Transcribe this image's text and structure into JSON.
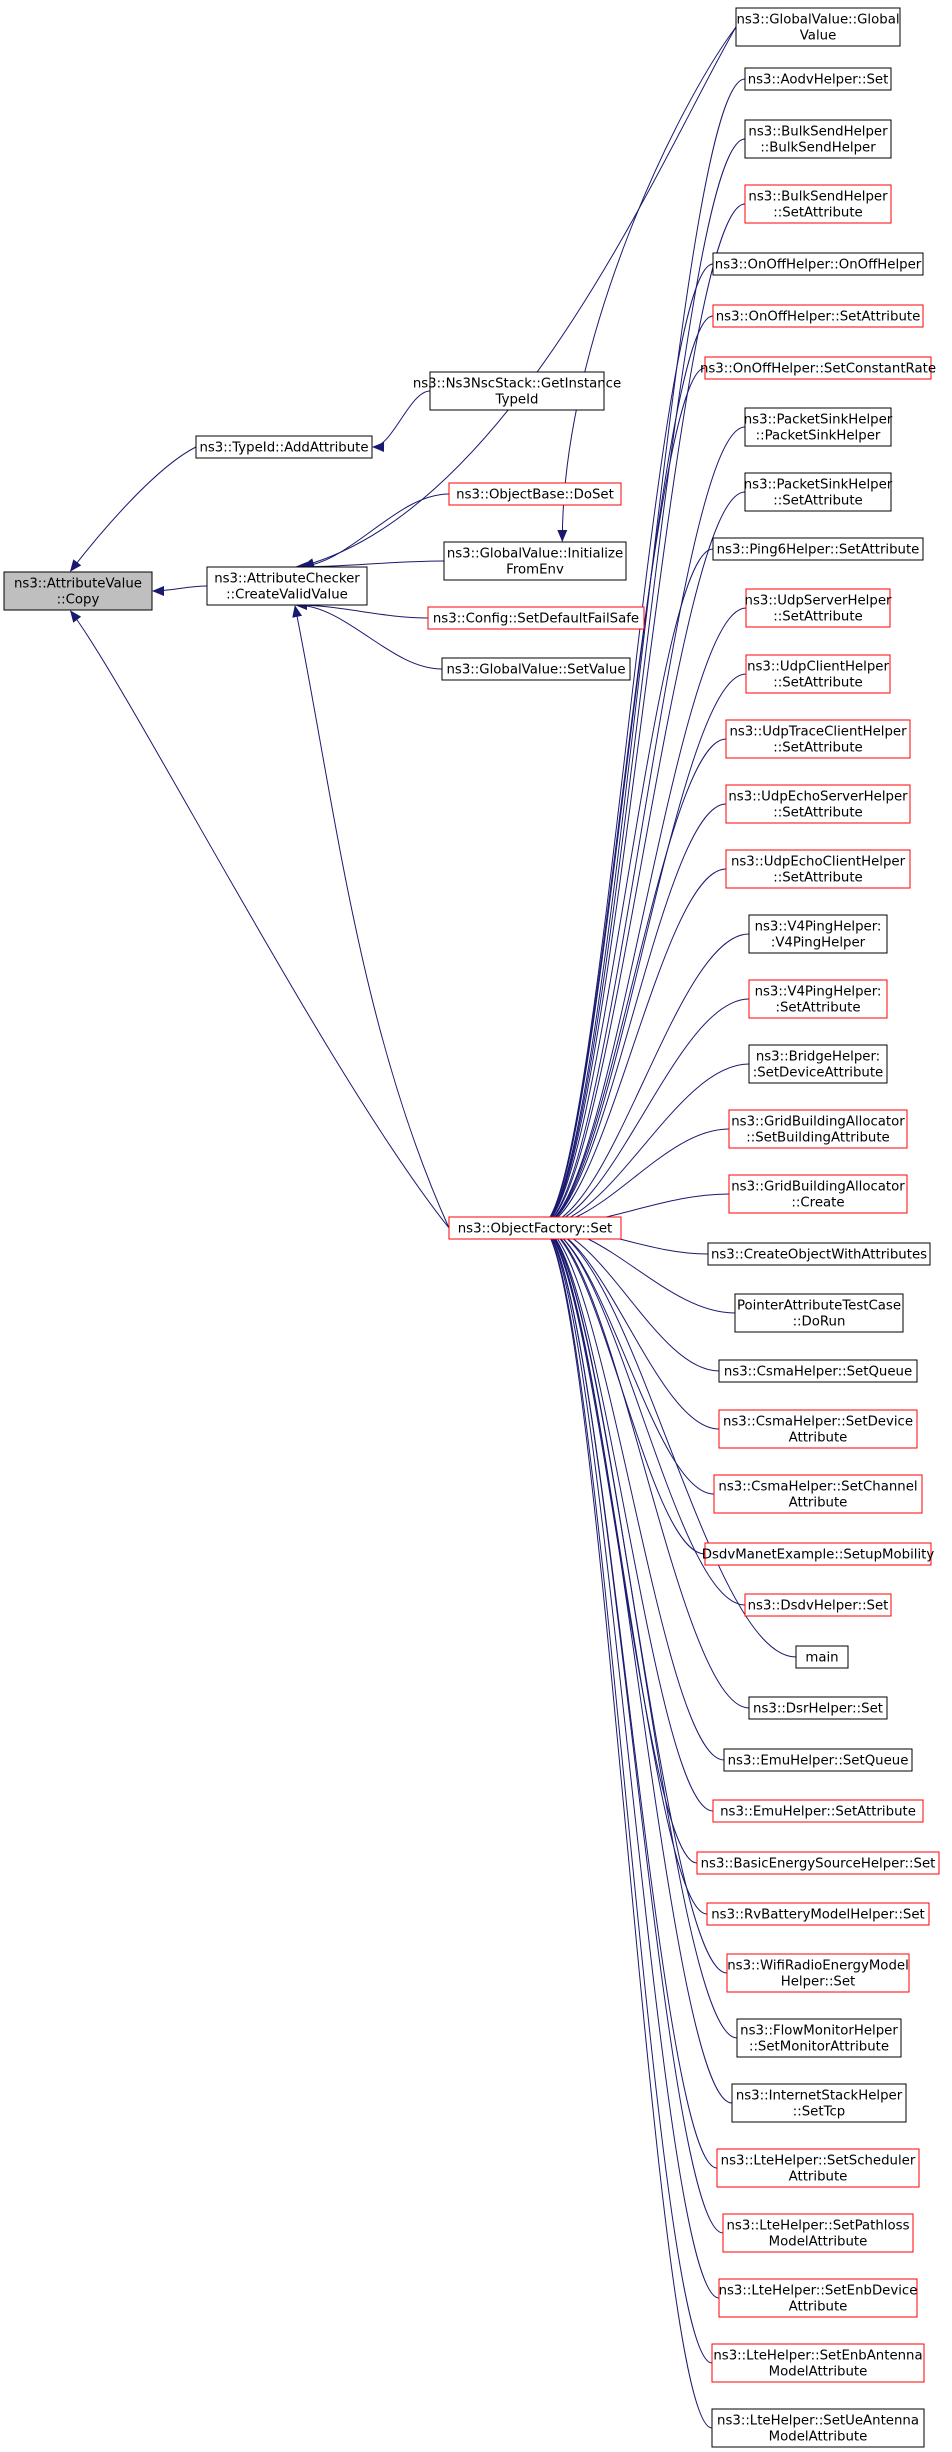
{
  "colors": {
    "edge": "#191970",
    "border_normal": "#000000",
    "border_linked": "#ff0000",
    "root_fill": "#bfbfbf",
    "node_fill": "#ffffff",
    "text": "#000000"
  },
  "root": {
    "id": "root",
    "lines": [
      "ns3::AttributeValue",
      "::Copy"
    ],
    "style": "root"
  },
  "level1": [
    {
      "id": "typeid",
      "lines": [
        "ns3::TypeId::AddAttribute"
      ],
      "style": "black"
    },
    {
      "id": "checker",
      "lines": [
        "ns3::AttributeChecker",
        "::CreateValidValue"
      ],
      "style": "black"
    },
    {
      "id": "factory",
      "lines": [
        "ns3::ObjectFactory::Set"
      ],
      "style": "red"
    }
  ],
  "level2": [
    {
      "id": "nsc",
      "lines": [
        "ns3::Ns3NscStack::GetInstance",
        "TypeId"
      ],
      "style": "black"
    },
    {
      "id": "objbase",
      "lines": [
        "ns3::ObjectBase::DoSet"
      ],
      "style": "red"
    },
    {
      "id": "gvinit",
      "lines": [
        "ns3::GlobalValue::Initialize",
        "FromEnv"
      ],
      "style": "black"
    },
    {
      "id": "cfgdef",
      "lines": [
        "ns3::Config::SetDefaultFailSafe"
      ],
      "style": "red"
    },
    {
      "id": "gvset",
      "lines": [
        "ns3::GlobalValue::SetValue"
      ],
      "style": "black"
    }
  ],
  "level3": [
    {
      "id": "gvctor",
      "lines": [
        "ns3::GlobalValue::Global",
        "Value"
      ],
      "style": "black"
    },
    {
      "id": "aodv",
      "lines": [
        "ns3::AodvHelper::Set"
      ],
      "style": "black"
    },
    {
      "id": "bsctor",
      "lines": [
        "ns3::BulkSendHelper",
        "::BulkSendHelper"
      ],
      "style": "black"
    },
    {
      "id": "bsattr",
      "lines": [
        "ns3::BulkSendHelper",
        "::SetAttribute"
      ],
      "style": "red"
    },
    {
      "id": "onoffctor",
      "lines": [
        "ns3::OnOffHelper::OnOffHelper"
      ],
      "style": "black"
    },
    {
      "id": "onoffattr",
      "lines": [
        "ns3::OnOffHelper::SetAttribute"
      ],
      "style": "red"
    },
    {
      "id": "onoffrate",
      "lines": [
        "ns3::OnOffHelper::SetConstantRate"
      ],
      "style": "red"
    },
    {
      "id": "psctor",
      "lines": [
        "ns3::PacketSinkHelper",
        "::PacketSinkHelper"
      ],
      "style": "black"
    },
    {
      "id": "psattr",
      "lines": [
        "ns3::PacketSinkHelper",
        "::SetAttribute"
      ],
      "style": "black"
    },
    {
      "id": "ping6",
      "lines": [
        "ns3::Ping6Helper::SetAttribute"
      ],
      "style": "black"
    },
    {
      "id": "udpsrv",
      "lines": [
        "ns3::UdpServerHelper",
        "::SetAttribute"
      ],
      "style": "red"
    },
    {
      "id": "udpcli",
      "lines": [
        "ns3::UdpClientHelper",
        "::SetAttribute"
      ],
      "style": "red"
    },
    {
      "id": "udptrace",
      "lines": [
        "ns3::UdpTraceClientHelper",
        "::SetAttribute"
      ],
      "style": "red"
    },
    {
      "id": "echosrv",
      "lines": [
        "ns3::UdpEchoServerHelper",
        "::SetAttribute"
      ],
      "style": "red"
    },
    {
      "id": "echocli",
      "lines": [
        "ns3::UdpEchoClientHelper",
        "::SetAttribute"
      ],
      "style": "red"
    },
    {
      "id": "v4ctor",
      "lines": [
        "ns3::V4PingHelper:",
        ":V4PingHelper"
      ],
      "style": "black"
    },
    {
      "id": "v4attr",
      "lines": [
        "ns3::V4PingHelper:",
        ":SetAttribute"
      ],
      "style": "red"
    },
    {
      "id": "bridge",
      "lines": [
        "ns3::BridgeHelper:",
        ":SetDeviceAttribute"
      ],
      "style": "black"
    },
    {
      "id": "gridbld",
      "lines": [
        "ns3::GridBuildingAllocator",
        "::SetBuildingAttribute"
      ],
      "style": "red"
    },
    {
      "id": "gridcreate",
      "lines": [
        "ns3::GridBuildingAllocator",
        "::Create"
      ],
      "style": "red"
    },
    {
      "id": "createobj",
      "lines": [
        "ns3::CreateObjectWithAttributes"
      ],
      "style": "black"
    },
    {
      "id": "pointer",
      "lines": [
        "PointerAttributeTestCase",
        "::DoRun"
      ],
      "style": "black"
    },
    {
      "id": "csmaq",
      "lines": [
        "ns3::CsmaHelper::SetQueue"
      ],
      "style": "black"
    },
    {
      "id": "csmadev",
      "lines": [
        "ns3::CsmaHelper::SetDevice",
        "Attribute"
      ],
      "style": "red"
    },
    {
      "id": "csmach",
      "lines": [
        "ns3::CsmaHelper::SetChannel",
        "Attribute"
      ],
      "style": "red"
    },
    {
      "id": "dsdvmob",
      "lines": [
        "DsdvManetExample::SetupMobility"
      ],
      "style": "red"
    },
    {
      "id": "dsdvset",
      "lines": [
        "ns3::DsdvHelper::Set"
      ],
      "style": "red"
    },
    {
      "id": "main",
      "lines": [
        "main"
      ],
      "style": "black"
    },
    {
      "id": "dsrset",
      "lines": [
        "ns3::DsrHelper::Set"
      ],
      "style": "black"
    },
    {
      "id": "emuq",
      "lines": [
        "ns3::EmuHelper::SetQueue"
      ],
      "style": "black"
    },
    {
      "id": "emuattr",
      "lines": [
        "ns3::EmuHelper::SetAttribute"
      ],
      "style": "red"
    },
    {
      "id": "basicenergy",
      "lines": [
        "ns3::BasicEnergySourceHelper::Set"
      ],
      "style": "red"
    },
    {
      "id": "rvbat",
      "lines": [
        "ns3::RvBatteryModelHelper::Set"
      ],
      "style": "red"
    },
    {
      "id": "wifiradio",
      "lines": [
        "ns3::WifiRadioEnergyModel",
        "Helper::Set"
      ],
      "style": "red"
    },
    {
      "id": "flowmon",
      "lines": [
        "ns3::FlowMonitorHelper",
        "::SetMonitorAttribute"
      ],
      "style": "black"
    },
    {
      "id": "inettcp",
      "lines": [
        "ns3::InternetStackHelper",
        "::SetTcp"
      ],
      "style": "black"
    },
    {
      "id": "ltesched",
      "lines": [
        "ns3::LteHelper::SetScheduler",
        "Attribute"
      ],
      "style": "red"
    },
    {
      "id": "ltepath",
      "lines": [
        "ns3::LteHelper::SetPathloss",
        "ModelAttribute"
      ],
      "style": "red"
    },
    {
      "id": "lteenbdev",
      "lines": [
        "ns3::LteHelper::SetEnbDevice",
        "Attribute"
      ],
      "style": "red"
    },
    {
      "id": "lteenbant",
      "lines": [
        "ns3::LteHelper::SetEnbAntenna",
        "ModelAttribute"
      ],
      "style": "red"
    },
    {
      "id": "lteueant",
      "lines": [
        "ns3::LteHelper::SetUeAntenna",
        "ModelAttribute"
      ],
      "style": "black"
    }
  ],
  "edges": [
    [
      "typeid",
      "root"
    ],
    [
      "checker",
      "root"
    ],
    [
      "factory",
      "root"
    ],
    [
      "nsc",
      "typeid"
    ],
    [
      "objbase",
      "checker"
    ],
    [
      "gvinit",
      "checker"
    ],
    [
      "cfgdef",
      "checker"
    ],
    [
      "gvset",
      "checker"
    ],
    [
      "gvctor",
      "checker"
    ],
    [
      "factory",
      "checker"
    ],
    [
      "gvctor",
      "gvinit"
    ],
    [
      "aodv",
      "factory"
    ],
    [
      "bsctor",
      "factory"
    ],
    [
      "bsattr",
      "factory"
    ],
    [
      "onoffctor",
      "factory"
    ],
    [
      "onoffattr",
      "factory"
    ],
    [
      "onoffrate",
      "factory"
    ],
    [
      "psctor",
      "factory"
    ],
    [
      "psattr",
      "factory"
    ],
    [
      "ping6",
      "factory"
    ],
    [
      "udpsrv",
      "factory"
    ],
    [
      "udpcli",
      "factory"
    ],
    [
      "udptrace",
      "factory"
    ],
    [
      "echosrv",
      "factory"
    ],
    [
      "echocli",
      "factory"
    ],
    [
      "v4ctor",
      "factory"
    ],
    [
      "v4attr",
      "factory"
    ],
    [
      "bridge",
      "factory"
    ],
    [
      "gridbld",
      "factory"
    ],
    [
      "gridcreate",
      "factory"
    ],
    [
      "createobj",
      "factory"
    ],
    [
      "pointer",
      "factory"
    ],
    [
      "csmaq",
      "factory"
    ],
    [
      "csmadev",
      "factory"
    ],
    [
      "csmach",
      "factory"
    ],
    [
      "dsdvmob",
      "factory"
    ],
    [
      "dsdvset",
      "factory"
    ],
    [
      "main",
      "factory"
    ],
    [
      "dsrset",
      "factory"
    ],
    [
      "emuq",
      "factory"
    ],
    [
      "emuattr",
      "factory"
    ],
    [
      "basicenergy",
      "factory"
    ],
    [
      "rvbat",
      "factory"
    ],
    [
      "wifiradio",
      "factory"
    ],
    [
      "flowmon",
      "factory"
    ],
    [
      "inettcp",
      "factory"
    ],
    [
      "ltesched",
      "factory"
    ],
    [
      "ltepath",
      "factory"
    ],
    [
      "lteenbdev",
      "factory"
    ],
    [
      "lteenbant",
      "factory"
    ],
    [
      "lteueant",
      "factory"
    ]
  ]
}
